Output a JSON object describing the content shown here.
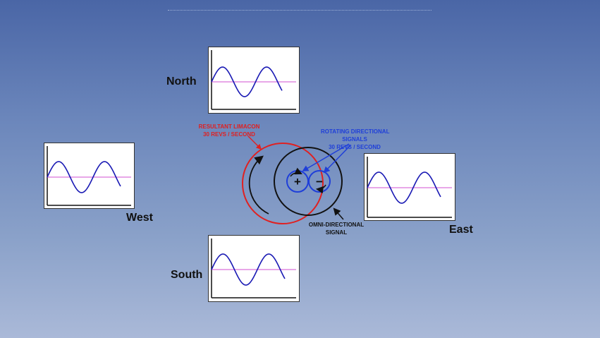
{
  "directions": {
    "north": "North",
    "west": "West",
    "east": "East",
    "south": "South"
  },
  "labels": {
    "resultant_line1": "RESULTANT LIMACON",
    "resultant_line2": "30 REVS / SECOND",
    "rotating_line1": "ROTATING DIRECTIONAL",
    "rotating_line2": "SIGNALS",
    "rotating_line3": "30 REVS / SECOND",
    "omni_line1": "OMNI-DIRECTIONAL",
    "omni_line2": "SIGNAL",
    "plus_symbol": "+",
    "minus_symbol": "−"
  },
  "colors": {
    "background_top": "#4a66a6",
    "background_bottom": "#aab9d8",
    "waveform": "#1a1ab4",
    "reference_line": "#d24fd2",
    "resultant": "#e02020",
    "rotating": "#1f3fd9",
    "omni": "#111111"
  },
  "icons": {
    "plus": "plus-icon",
    "minus": "minus-icon",
    "rotation_arrow": "curved-arrow-icon"
  }
}
